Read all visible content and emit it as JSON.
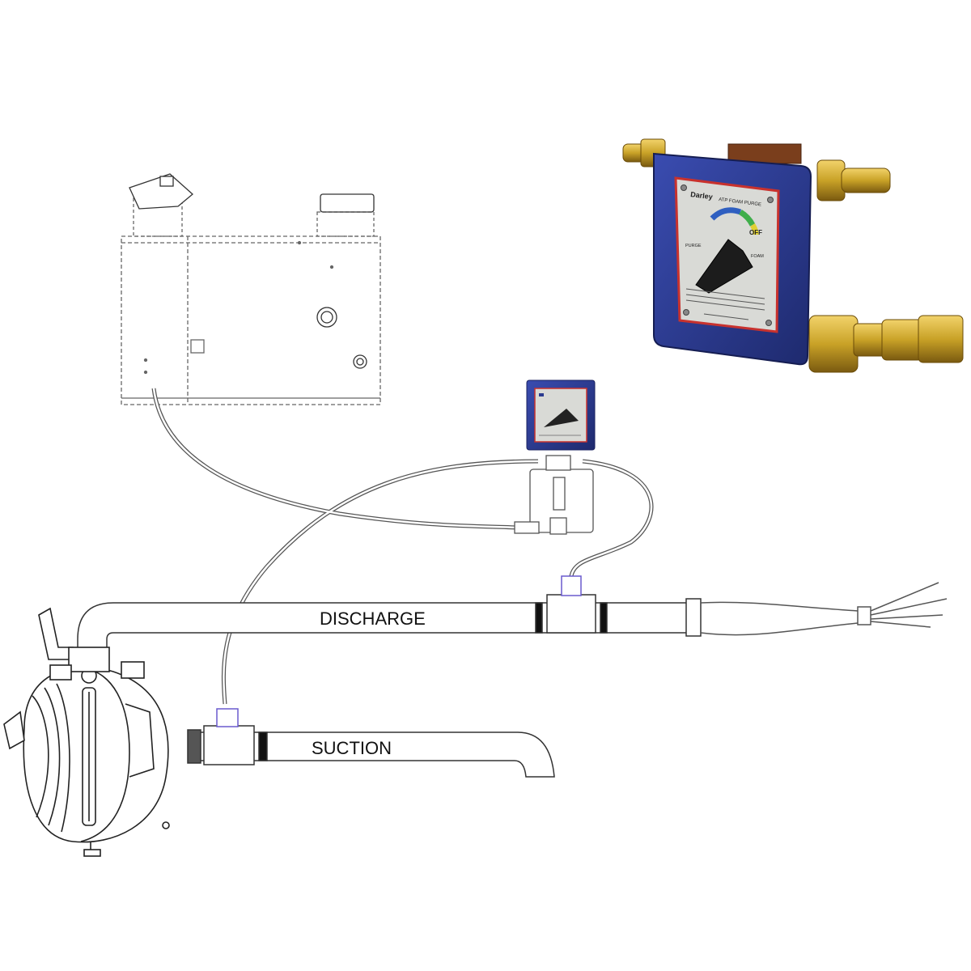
{
  "labels": {
    "discharge": "DISCHARGE",
    "suction": "SUCTION"
  },
  "valve_panel": {
    "brand": "Darley",
    "title": "ATP FOAM PURGE",
    "off_label": "OFF",
    "left_label": "PURGE",
    "right_label": "FOAM"
  },
  "colors": {
    "panel_blue": "#2b3a8f",
    "panel_face": "#d9dad6",
    "brass": "#c9a227",
    "red_border": "#c8322e",
    "line": "#444444"
  }
}
